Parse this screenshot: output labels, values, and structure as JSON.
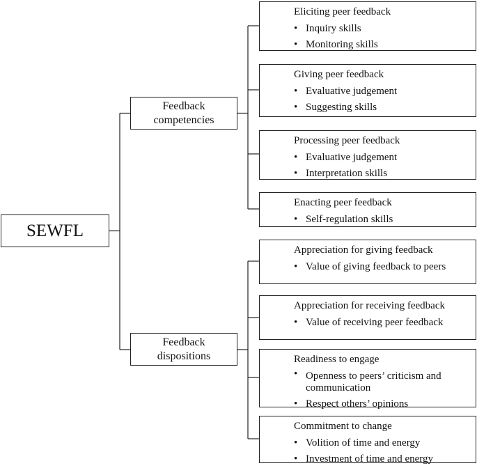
{
  "root": {
    "label": "SEWFL"
  },
  "branches": [
    {
      "line1": "Feedback",
      "line2": "competencies",
      "leaves": [
        {
          "title": "Eliciting peer feedback",
          "items": [
            "Inquiry skills",
            "Monitoring skills"
          ]
        },
        {
          "title": "Giving peer feedback",
          "items": [
            "Evaluative judgement",
            "Suggesting skills"
          ]
        },
        {
          "title": "Processing peer feedback",
          "items": [
            "Evaluative judgement",
            "Interpretation skills"
          ]
        },
        {
          "title": "Enacting peer feedback",
          "items": [
            "Self-regulation skills"
          ]
        }
      ]
    },
    {
      "line1": "Feedback",
      "line2": "dispositions",
      "leaves": [
        {
          "title": "Appreciation for giving feedback",
          "items": [
            "Value of giving feedback to peers"
          ]
        },
        {
          "title": "Appreciation for receiving feedback",
          "items": [
            "Value of receiving  peer feedback"
          ]
        },
        {
          "title": "Readiness to engage",
          "items": [
            "Openness to peers’ criticism and communication",
            "Respect others’ opinions"
          ]
        },
        {
          "title": "Commitment to change",
          "items": [
            "Volition of time and energy",
            "Investment of time and energy"
          ]
        }
      ]
    }
  ]
}
